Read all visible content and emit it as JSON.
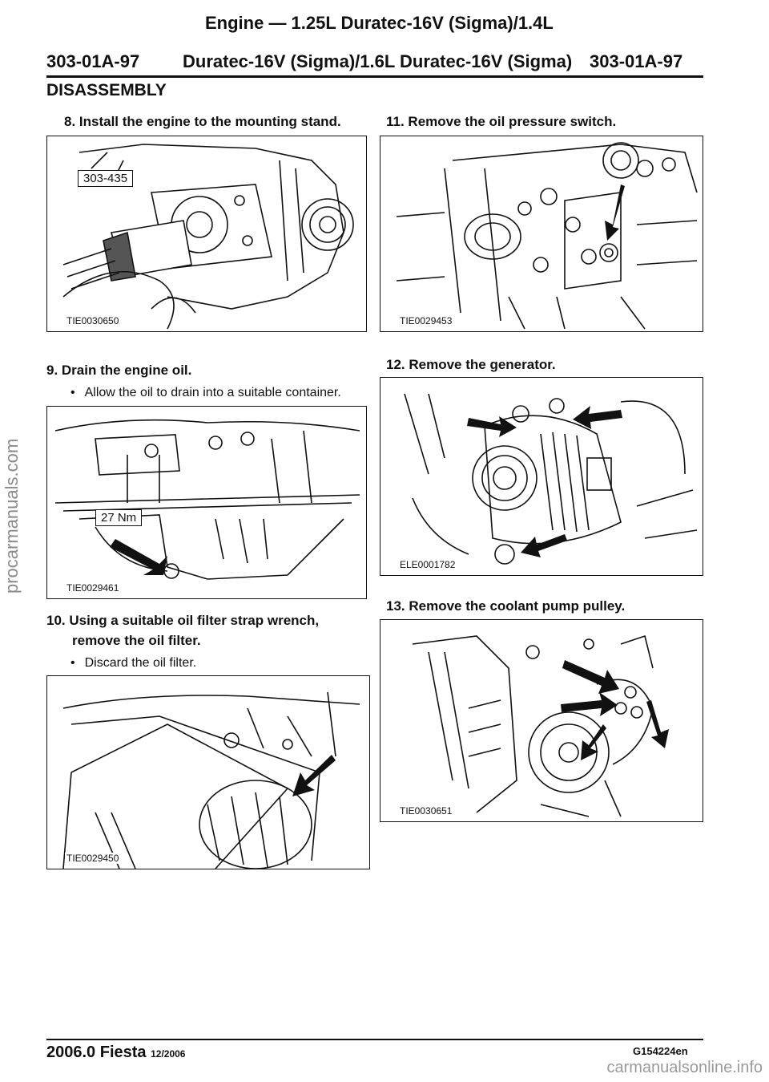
{
  "header": {
    "title_line1": "Engine — 1.25L Duratec-16V (Sigma)/1.4L",
    "title_line2": "Duratec-16V (Sigma)/1.6L Duratec-16V (Sigma)",
    "page_left": "303-01A-97",
    "page_right": "303-01A-97"
  },
  "section": "DISASSEMBLY",
  "steps": {
    "s8": {
      "title": "8. Install the engine to the mounting stand.",
      "fig_code": "TIE0030650",
      "callout": "303-435"
    },
    "s9": {
      "title": "9. Drain the engine oil.",
      "bullet": "Allow the oil to drain into a suitable container.",
      "fig_code": "TIE0029461",
      "callout": "27 Nm"
    },
    "s10": {
      "title_line1": "10. Using a suitable oil filter strap wrench,",
      "title_line2": "remove the oil filter.",
      "bullet": "Discard the oil filter.",
      "fig_code": "TIE0029450"
    },
    "s11": {
      "title": "11. Remove the oil pressure switch.",
      "fig_code": "TIE0029453"
    },
    "s12": {
      "title": "12. Remove the generator.",
      "fig_code": "ELE0001782"
    },
    "s13": {
      "title": "13. Remove the coolant pump pulley.",
      "fig_code": "TIE0030651"
    }
  },
  "footer": {
    "model": "2006.0 Fiesta",
    "date": "12/2006",
    "code": "G154224en"
  },
  "watermarks": {
    "side": "procarmanuals.com",
    "bottom": "carmanualsonline.info"
  }
}
